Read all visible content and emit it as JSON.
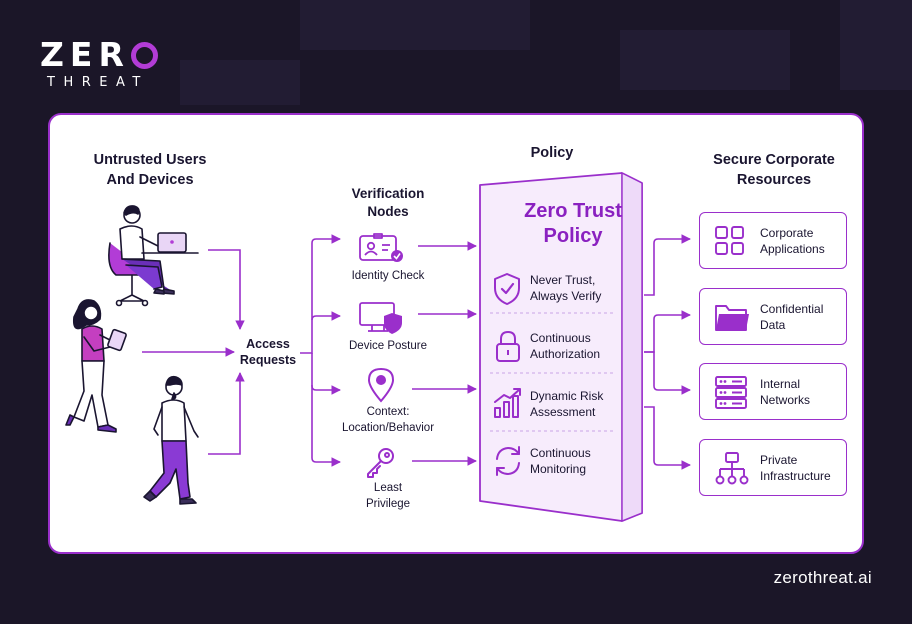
{
  "brand": {
    "logo_top": "ZER",
    "logo_bottom": "THREAT",
    "footer_url": "zerothreat.ai"
  },
  "colors": {
    "background": "#1b1628",
    "accent": "#9a2fcb",
    "accent_fill": "#b23cd6",
    "panel_fill": "#f7ecfc"
  },
  "users": {
    "heading_line1": "Untrusted Users",
    "heading_line2": "And Devices",
    "icons": [
      "person-laptop-icon",
      "person-tablet-icon",
      "person-walking-icon"
    ]
  },
  "access": {
    "line1": "Access",
    "line2": "Requests"
  },
  "verification": {
    "heading_line1": "Verification",
    "heading_line2": "Nodes",
    "nodes": [
      {
        "line1": "Identity Check",
        "line2": "",
        "icon": "id-card-icon"
      },
      {
        "line1": "Device Posture",
        "line2": "",
        "icon": "monitor-shield-icon"
      },
      {
        "line1": "Context:",
        "line2": "Location/Behavior",
        "icon": "location-pin-icon"
      },
      {
        "line1": "Least",
        "line2": "Privilege",
        "icon": "key-icon"
      }
    ]
  },
  "policy": {
    "heading": "Policy",
    "title_line1": "Zero Trust",
    "title_line2": "Policy",
    "items": [
      {
        "line1": "Never Trust,",
        "line2": "Always Verify",
        "icon": "shield-check-icon"
      },
      {
        "line1": "Continuous",
        "line2": "Authorization",
        "icon": "padlock-icon"
      },
      {
        "line1": "Dynamic Risk",
        "line2": "Assessment",
        "icon": "risk-chart-icon"
      },
      {
        "line1": "Continuous",
        "line2": "Monitoring",
        "icon": "refresh-cycle-icon"
      }
    ]
  },
  "resources": {
    "heading_line1": "Secure Corporate",
    "heading_line2": "Resources",
    "items": [
      {
        "line1": "Corporate",
        "line2": "Applications",
        "icon": "app-grid-icon"
      },
      {
        "line1": "Confidential",
        "line2": "Data",
        "icon": "folder-icon"
      },
      {
        "line1": "Internal",
        "line2": "Networks",
        "icon": "server-rack-icon"
      },
      {
        "line1": "Private",
        "line2": "Infrastructure",
        "icon": "network-tree-icon"
      }
    ]
  }
}
